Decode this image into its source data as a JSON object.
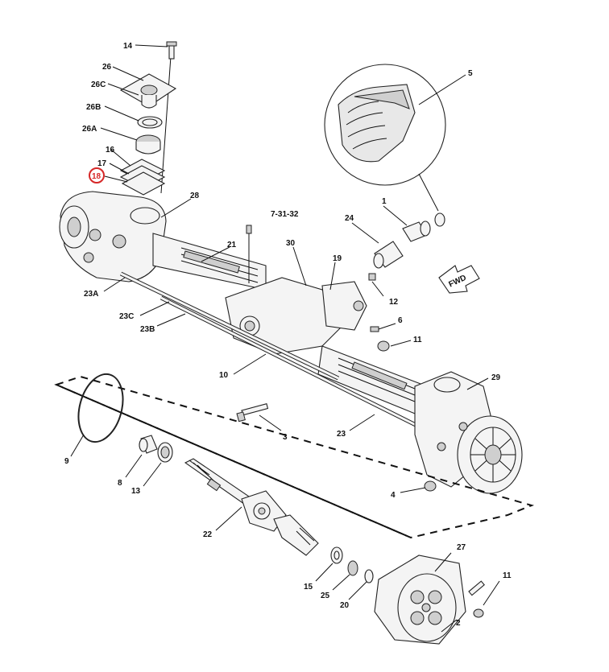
{
  "diagram": {
    "callouts": [
      {
        "id": "c14",
        "text": "14"
      },
      {
        "id": "c26",
        "text": "26"
      },
      {
        "id": "c26C",
        "text": "26C"
      },
      {
        "id": "c26B",
        "text": "26B"
      },
      {
        "id": "c26A",
        "text": "26A"
      },
      {
        "id": "c16",
        "text": "16"
      },
      {
        "id": "c17",
        "text": "17"
      },
      {
        "id": "c18",
        "text": "18"
      },
      {
        "id": "c28",
        "text": "28"
      },
      {
        "id": "c5",
        "text": "5"
      },
      {
        "id": "c1",
        "text": "1"
      },
      {
        "id": "c24",
        "text": "24"
      },
      {
        "id": "c7-31-32",
        "text": "7-31-32"
      },
      {
        "id": "c21",
        "text": "21"
      },
      {
        "id": "c30",
        "text": "30"
      },
      {
        "id": "c19",
        "text": "19"
      },
      {
        "id": "c12",
        "text": "12"
      },
      {
        "id": "c23A",
        "text": "23A"
      },
      {
        "id": "c23C",
        "text": "23C"
      },
      {
        "id": "c23B",
        "text": "23B"
      },
      {
        "id": "c6",
        "text": "6"
      },
      {
        "id": "c11a",
        "text": "11"
      },
      {
        "id": "c10",
        "text": "10"
      },
      {
        "id": "c29",
        "text": "29"
      },
      {
        "id": "c3",
        "text": "3"
      },
      {
        "id": "c23",
        "text": "23"
      },
      {
        "id": "c9",
        "text": "9"
      },
      {
        "id": "c8",
        "text": "8"
      },
      {
        "id": "c13",
        "text": "13"
      },
      {
        "id": "c4",
        "text": "4"
      },
      {
        "id": "c22",
        "text": "22"
      },
      {
        "id": "c27",
        "text": "27"
      },
      {
        "id": "c15",
        "text": "15"
      },
      {
        "id": "c25",
        "text": "25"
      },
      {
        "id": "c20",
        "text": "20"
      },
      {
        "id": "c11b",
        "text": "11"
      },
      {
        "id": "c2",
        "text": "2"
      }
    ],
    "fwd_label": "FWD",
    "highlight_color": "#d62828"
  }
}
